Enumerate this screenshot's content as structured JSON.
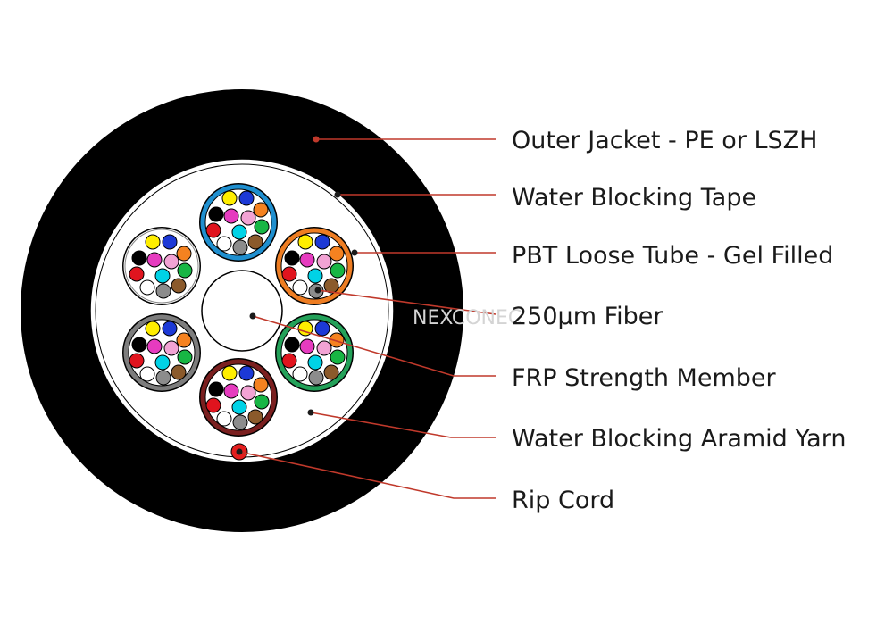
{
  "labels": [
    "Outer Jacket - PE or LSZH",
    "Water Blocking Tape",
    "PBT Loose Tube - Gel Filled",
    "250µm Fiber",
    "FRP Strength Member",
    "Water Blocking Aramid Yarn",
    "Rip Cord"
  ],
  "watermark": "NEXCONEC",
  "colors": {
    "jacket": "#000000",
    "leader_line": "#c0392b",
    "rip_cord": "#e31e1e",
    "tube_colors": [
      "#1f8fcf",
      "#ee7d22",
      "#23a159",
      "#7a1f1f",
      "#7d7d7d",
      "#ffffff"
    ],
    "fiber_colors": [
      "#1c39d6",
      "#f58220",
      "#17b644",
      "#8b5a2b",
      "#8c8c8c",
      "#ffffff",
      "#e0141e",
      "#000000",
      "#ffee00",
      "#e63bbf",
      "#00d2e6",
      "#f2a3d4"
    ]
  }
}
